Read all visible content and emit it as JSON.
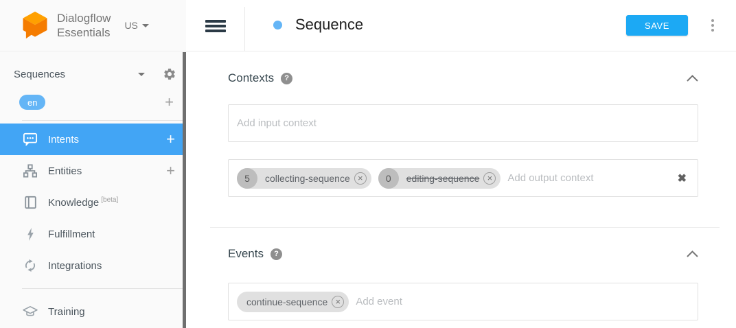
{
  "brand": {
    "line1": "Dialogflow",
    "line2": "Essentials",
    "region": "US"
  },
  "sidebar": {
    "agent_name": "Sequences",
    "language": "en",
    "items": [
      {
        "label": "Intents"
      },
      {
        "label": "Entities"
      },
      {
        "label": "Knowledge",
        "badge": "[beta]"
      },
      {
        "label": "Fulfillment"
      },
      {
        "label": "Integrations"
      },
      {
        "label": "Training"
      }
    ]
  },
  "header": {
    "title": "Sequence",
    "save_label": "SAVE"
  },
  "contexts": {
    "title": "Contexts",
    "input_placeholder": "Add input context",
    "output_placeholder": "Add output context",
    "output_chips": [
      {
        "count": "5",
        "label": "collecting-sequence"
      },
      {
        "count": "0",
        "label": "editing-sequence"
      }
    ]
  },
  "events": {
    "title": "Events",
    "placeholder": "Add event",
    "chips": [
      {
        "label": "continue-sequence"
      }
    ]
  },
  "icons": {
    "plus": "+",
    "help": "?",
    "chip_remove": "×",
    "clear": "✖"
  },
  "colors": {
    "accent_blue": "#1CA9F4",
    "selected_blue": "#42A5F5",
    "badge_blue": "#64B5F6",
    "logo_orange": "#F57C00"
  }
}
